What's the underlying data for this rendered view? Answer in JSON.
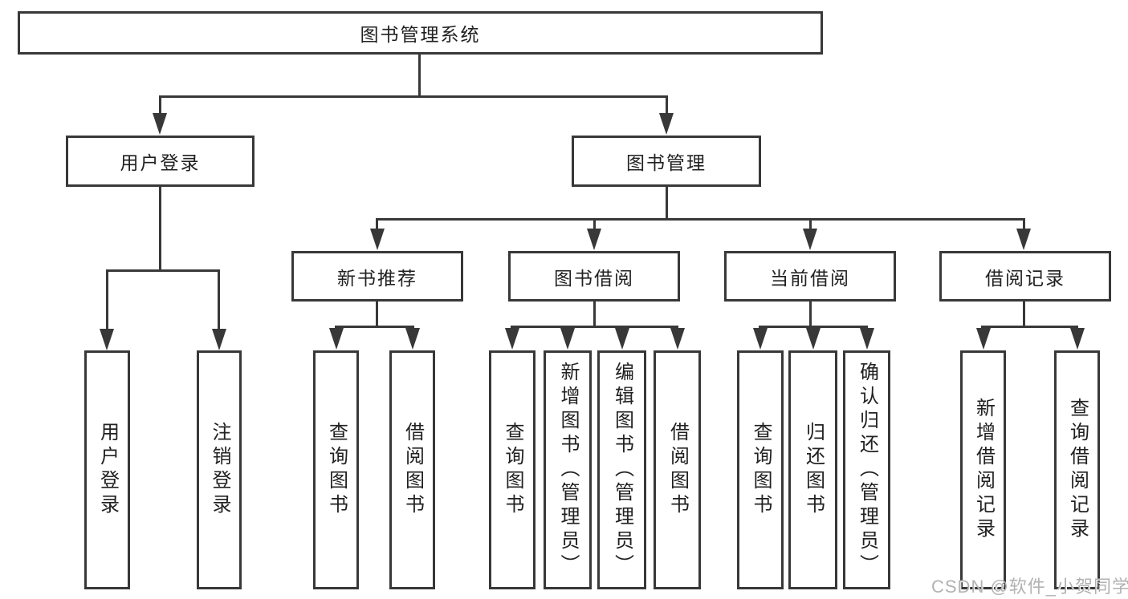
{
  "diagram": {
    "title": "图书管理系统",
    "root": {
      "label": "图书管理系统"
    },
    "level2": {
      "user_login": {
        "label": "用户登录"
      },
      "book_mgmt": {
        "label": "图书管理"
      }
    },
    "level3": [
      {
        "label": "新书推荐"
      },
      {
        "label": "图书借阅"
      },
      {
        "label": "当前借阅"
      },
      {
        "label": "借阅记录"
      }
    ],
    "leaves": [
      {
        "label": "用户登录"
      },
      {
        "label": "注销登录"
      },
      {
        "label": "查询图书"
      },
      {
        "label": "借阅图书"
      },
      {
        "label": "查询图书"
      },
      {
        "label": "新增图书（管理员）"
      },
      {
        "label": "编辑图书（管理员）"
      },
      {
        "label": "借阅图书"
      },
      {
        "label": "查询图书"
      },
      {
        "label": "归还图书"
      },
      {
        "label": "确认归还（管理员）"
      },
      {
        "label": "新增借阅记录"
      },
      {
        "label": "查询借阅记录"
      }
    ]
  },
  "watermark": {
    "text": "CSDN @软件_小贺同学"
  },
  "colors": {
    "line": "#383838",
    "text": "#212121",
    "watermark": "#b2b2b2",
    "background": "#ffffff"
  }
}
